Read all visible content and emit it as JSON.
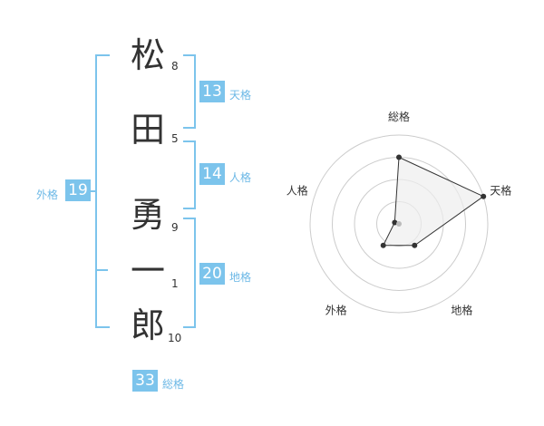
{
  "name": {
    "chars": [
      {
        "char": "松",
        "strokes": "8"
      },
      {
        "char": "田",
        "strokes": "5"
      },
      {
        "char": "勇",
        "strokes": "9"
      },
      {
        "char": "一",
        "strokes": "1"
      },
      {
        "char": "郎",
        "strokes": "10"
      }
    ]
  },
  "fortunes": {
    "tenkaku": {
      "value": "13",
      "label": "天格"
    },
    "jinkaku": {
      "value": "14",
      "label": "人格"
    },
    "chikaku": {
      "value": "20",
      "label": "地格"
    },
    "gaikaku": {
      "value": "19",
      "label": "外格"
    },
    "soukaku": {
      "value": "33",
      "label": "総格"
    }
  },
  "colors": {
    "accent": "#7cc4ec",
    "text": "#333333"
  },
  "chart_data": {
    "type": "radar",
    "axes": [
      "総格",
      "天格",
      "地格",
      "外格",
      "人格"
    ],
    "values": [
      0.75,
      1.0,
      0.3,
      0.3,
      0.05
    ],
    "rings": 4
  }
}
